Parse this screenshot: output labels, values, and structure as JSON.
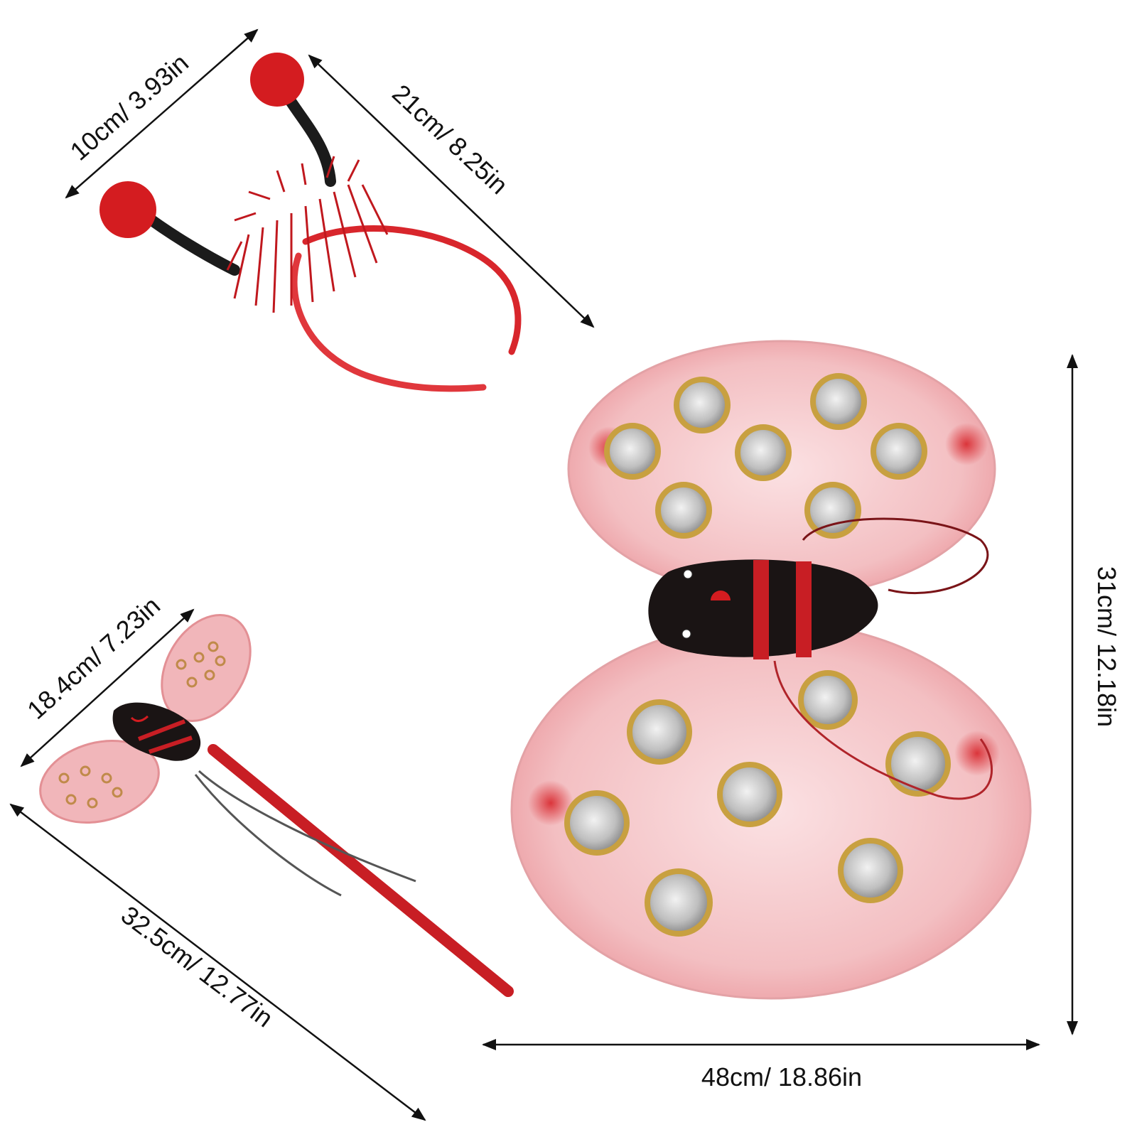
{
  "dimensions": {
    "headband_height": "10cm/ 3.93in",
    "headband_width": "21cm/ 8.25in",
    "wings_height": "31cm/ 12.18in",
    "wings_width": "48cm/ 18.86in",
    "wand_head": "18.4cm/ 7.23in",
    "wand_length": "32.5cm/ 12.77in"
  },
  "colors": {
    "background": "#ffffff",
    "wing_pink": "#f4c6c8",
    "wing_red": "#d8262c",
    "body_black": "#1a1414",
    "stripe_red": "#c81e24",
    "spot_gold": "#c8a040",
    "spot_silver": "#d8d8d8",
    "pompom_red": "#d41c20",
    "dimension_line": "#111111"
  },
  "icons": {
    "arrow": "double-headed-arrow-icon"
  }
}
